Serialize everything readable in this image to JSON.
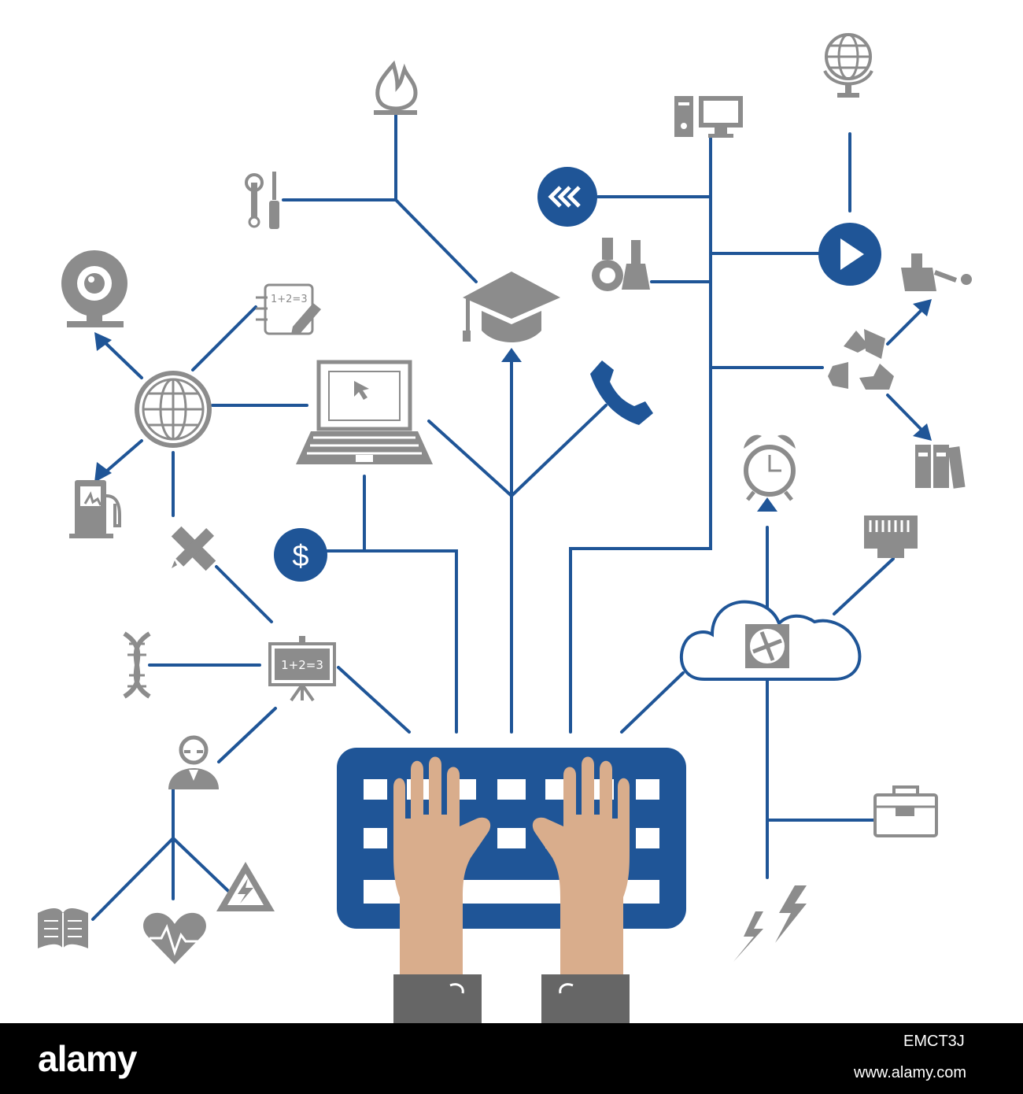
{
  "colors": {
    "line": "#1f5597",
    "icon": "#8c8c8c",
    "skin": "#d9ad8c",
    "sleeve": "#666666",
    "key": "#ffffff"
  },
  "icons": [
    "fire-icon",
    "wrench-screwdriver-icon",
    "graduation-cap-icon",
    "computer-monitor-icon",
    "globe-icon",
    "rewind-icon",
    "flasks-icon",
    "play-icon",
    "oil-can-icon",
    "recycle-icon",
    "binders-icon",
    "webcam-icon",
    "notepad-pencil-icon",
    "world-icon",
    "laptop-icon",
    "phone-icon",
    "fuel-pump-icon",
    "ruler-pencil-icon",
    "dollar-icon",
    "alarm-clock-icon",
    "ethernet-icon",
    "cloud-icon",
    "fan-icon",
    "dna-icon",
    "blackboard-icon",
    "person-icon",
    "briefcase-icon",
    "book-icon",
    "heartbeat-icon",
    "warning-icon",
    "lightning-icon",
    "keyboard-icon"
  ],
  "labels": {
    "notepad_equation": "1+2=3",
    "board_equation": "1+2=3",
    "dollar": "$"
  },
  "watermark": {
    "logo": "alamy",
    "image_id": "EMCT3J",
    "site": "www.alamy.com"
  }
}
